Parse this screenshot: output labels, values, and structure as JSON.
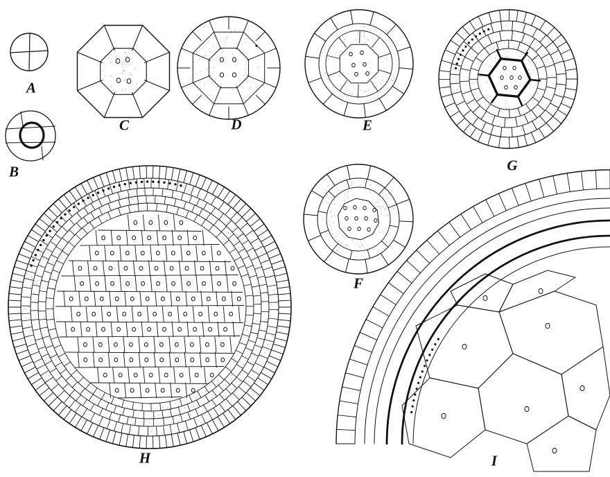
{
  "figure": {
    "labels": {
      "A": "A",
      "B": "B",
      "C": "C",
      "D": "D",
      "E": "E",
      "F": "F",
      "G": "G",
      "H": "H",
      "I": "I"
    },
    "ink_color": "#111111",
    "paper_color": "#ffffff"
  }
}
